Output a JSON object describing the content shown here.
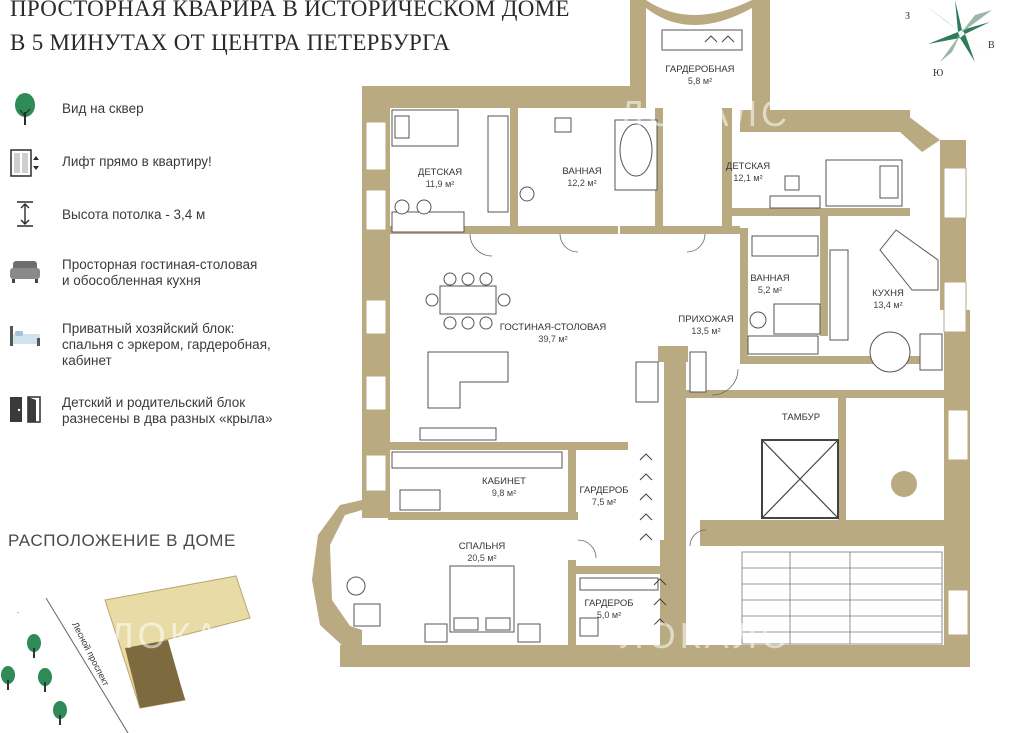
{
  "title": {
    "line1": "Просторная кварира в историческом доме",
    "line2": "в 5 минутах от центра Петербурга"
  },
  "features": [
    {
      "icon": "tree-icon",
      "text": "Вид на сквер"
    },
    {
      "icon": "elevator-icon",
      "text": "Лифт прямо в квартиру!"
    },
    {
      "icon": "ceiling-height-icon",
      "text": "Высота потолка - 3,4 м"
    },
    {
      "icon": "sofa-icon",
      "text": "Просторная гостиная-столовая\nи обособленная кухня"
    },
    {
      "icon": "bed-icon",
      "text": "Приватный хозяйский блок:\nспальня с эркером, гардеробная,\nкабинет"
    },
    {
      "icon": "doors-icon",
      "text": "Детский и родительский блок\nразнесены в два разных «крыла»"
    }
  ],
  "location": {
    "title": "Расположение в доме",
    "street": "Лесной проспект"
  },
  "compass": {
    "west": "З",
    "east": "В",
    "south": "Ю"
  },
  "rooms": {
    "wardrobe_top": {
      "name": "Гардеробная",
      "area": "5,8 м²"
    },
    "kids_left": {
      "name": "Детская",
      "area": "11,9 м²"
    },
    "bath_top": {
      "name": "Ванная",
      "area": "12,2 м²"
    },
    "kids_right": {
      "name": "Детская",
      "area": "12,1 м²"
    },
    "bath_small": {
      "name": "Ванная",
      "area": "5,2 м²"
    },
    "kitchen": {
      "name": "Кухня",
      "area": "13,4 м²"
    },
    "hall": {
      "name": "Прихожая",
      "area": "13,5 м²"
    },
    "living": {
      "name": "Гостиная-столовая",
      "area": "39,7 м²"
    },
    "vestibule": {
      "name": "Тамбур"
    },
    "study": {
      "name": "Кабинет",
      "area": "9,8 м²"
    },
    "wardrobe_mid": {
      "name": "Гардероб",
      "area": "7,5 м²"
    },
    "bedroom": {
      "name": "Спальня",
      "area": "20,5 м²"
    },
    "wardrobe_small": {
      "name": "Гардероб",
      "area": "5,0 м²"
    }
  },
  "watermark": "ЛОКАЛС",
  "colors": {
    "wall": "#b9aa82",
    "bg": "#ffffff",
    "tree": "#2e8b57",
    "roof": "#e7d8a4",
    "roof_dark": "#7e6a3f"
  }
}
